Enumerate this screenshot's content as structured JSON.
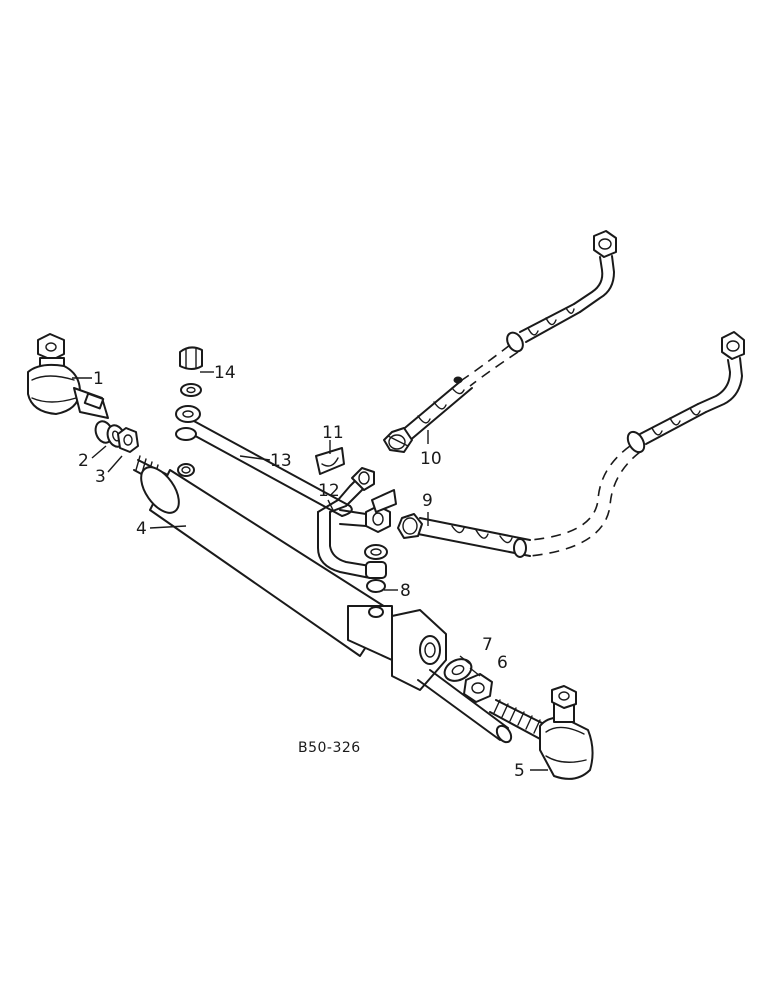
{
  "drawing_ref": "B50-326",
  "callouts": [
    {
      "id": "c1",
      "label": "1"
    },
    {
      "id": "c2",
      "label": "2"
    },
    {
      "id": "c3",
      "label": "3"
    },
    {
      "id": "c4",
      "label": "4"
    },
    {
      "id": "c5",
      "label": "5"
    },
    {
      "id": "c6",
      "label": "6"
    },
    {
      "id": "c7",
      "label": "7"
    },
    {
      "id": "c8",
      "label": "8"
    },
    {
      "id": "c9",
      "label": "9"
    },
    {
      "id": "c10",
      "label": "10"
    },
    {
      "id": "c11",
      "label": "11"
    },
    {
      "id": "c12",
      "label": "12"
    },
    {
      "id": "c13",
      "label": "13"
    },
    {
      "id": "c14",
      "label": "14"
    }
  ]
}
